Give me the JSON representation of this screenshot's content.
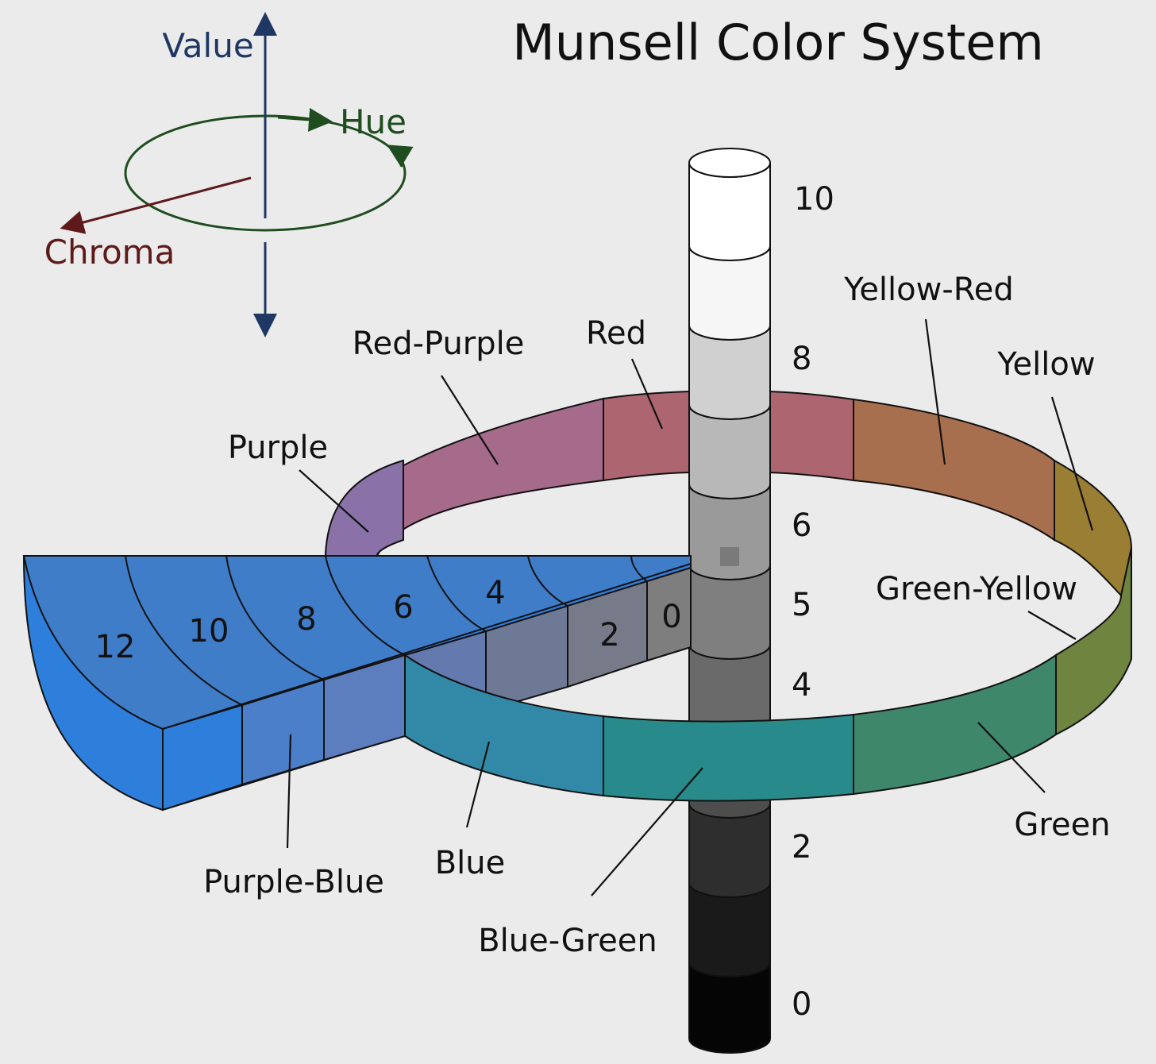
{
  "title": "Munsell Color System",
  "axes": {
    "value": {
      "label": "Value",
      "color": "#1f3763"
    },
    "hue": {
      "label": "Hue",
      "color": "#1f4d1f"
    },
    "chroma": {
      "label": "Chroma",
      "color": "#5e1a1a"
    }
  },
  "value_scale": {
    "ticks": [
      "10",
      "8",
      "6",
      "5",
      "4",
      "2",
      "0"
    ],
    "band_colors": [
      "#ffffff",
      "#f6f6f6",
      "#d0d0d0",
      "#b8b8b8",
      "#9a9a9a",
      "#7f7f7f",
      "#6a6a6a",
      "#4d4d4d",
      "#2e2e2e",
      "#1a1a1a",
      "#050505"
    ]
  },
  "hues": [
    {
      "name": "Red",
      "color": "#ad6670"
    },
    {
      "name": "Yellow-Red",
      "color": "#a86f4e"
    },
    {
      "name": "Yellow",
      "color": "#9a7e33"
    },
    {
      "name": "Green-Yellow",
      "color": "#6f843f"
    },
    {
      "name": "Green",
      "color": "#3f876b"
    },
    {
      "name": "Blue-Green",
      "color": "#288a8a"
    },
    {
      "name": "Blue",
      "color": "#3289a7"
    },
    {
      "name": "Purple-Blue",
      "color": "#3f7dc9"
    },
    {
      "name": "Purple",
      "color": "#8a72a8"
    },
    {
      "name": "Red-Purple",
      "color": "#a66a8a"
    }
  ],
  "chroma_scale": {
    "ticks": [
      "12",
      "10",
      "8",
      "6",
      "4",
      "2",
      "0"
    ],
    "colors": [
      "#2e7fdc",
      "#4c7fc9",
      "#5c7dbe",
      "#6479ad",
      "#6e7996",
      "#777a88",
      "#7e7e7e"
    ]
  }
}
